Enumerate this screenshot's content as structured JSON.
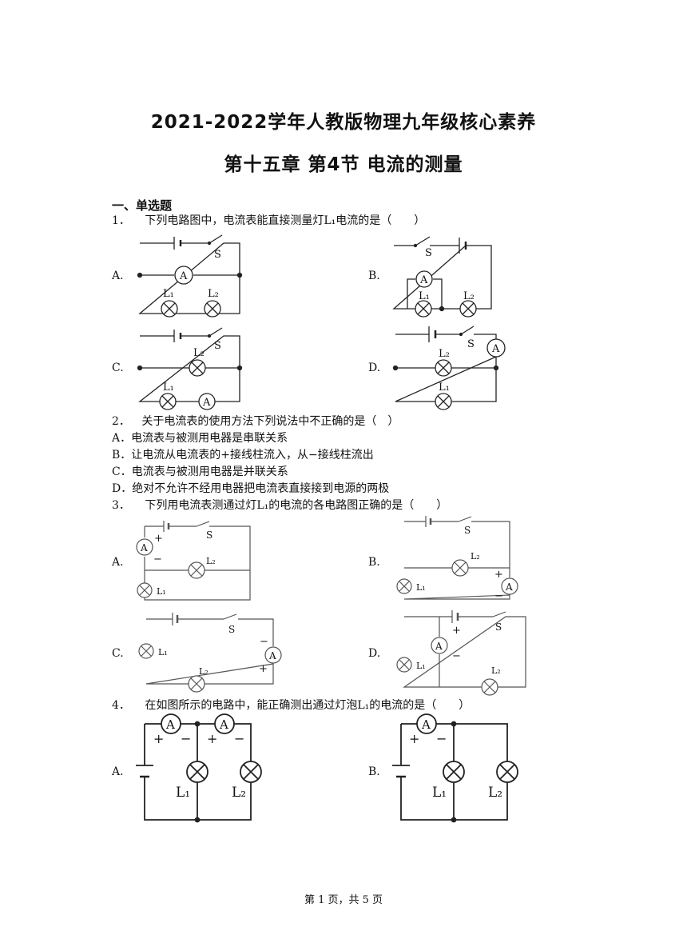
{
  "header": {
    "title_line1": "2021-2022学年人教版物理九年级核心素养",
    "title_line2": "第十五章 第4节 电流的测量"
  },
  "section": {
    "heading": "一、单选题"
  },
  "questions": [
    {
      "num": "1．",
      "text": "下列电路图中，电流表能直接测量灯L₁电流的是（　　）"
    },
    {
      "num": "2．",
      "text": "关于电流表的使用方法下列说法中不正确的是（　）",
      "options": [
        {
          "label": "A．",
          "text": "电流表与被测用电器是串联关系"
        },
        {
          "label": "B．",
          "text": "让电流从电流表的+接线柱流入，从−接线柱流出"
        },
        {
          "label": "C．",
          "text": "电流表与被测用电器是并联关系"
        },
        {
          "label": "D．",
          "text": "绝对不允许不经用电器把电流表直接接到电源的两极"
        }
      ]
    },
    {
      "num": "3．",
      "text": "下列用电流表测通过灯L₁的电流的各电路图正确的是（　　）"
    },
    {
      "num": "4．",
      "text": "在如图所示的电路中，能正确测出通过灯泡L₁的电流的是（　　）"
    }
  ],
  "option_labels": {
    "a": "A.",
    "b": "B.",
    "c": "C.",
    "d": "D."
  },
  "circuit_labels": {
    "switch": "S",
    "ammeter": "A",
    "lamp1": "L₁",
    "lamp2": "L₂",
    "plus": "+",
    "minus": "−"
  },
  "footer": {
    "text": "第 1 页，共 5 页"
  }
}
